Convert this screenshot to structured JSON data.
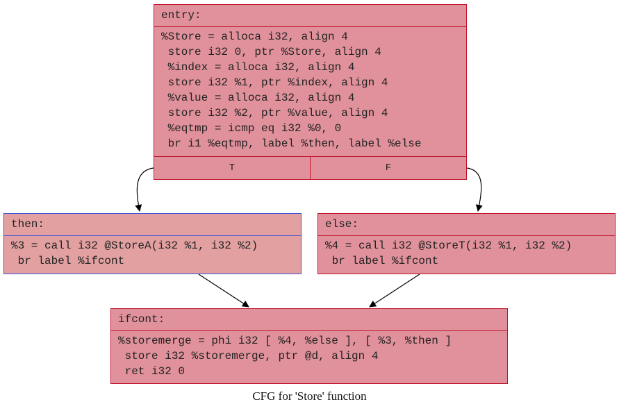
{
  "diagram": {
    "caption": "CFG for 'Store' function",
    "colors": {
      "node_fill": "#e0919b",
      "then_fill": "#e2a0a0",
      "node_border": "#c2132a",
      "then_border": "#3c53d6",
      "edge": "#000000"
    },
    "nodes": {
      "entry": {
        "title": "entry:",
        "lines": [
          "%Store = alloca i32, align 4",
          " store i32 0, ptr %Store, align 4",
          " %index = alloca i32, align 4",
          " store i32 %1, ptr %index, align 4",
          " %value = alloca i32, align 4",
          " store i32 %2, ptr %value, align 4",
          " %eqtmp = icmp eq i32 %0, 0",
          " br i1 %eqtmp, label %then, label %else"
        ],
        "ports": [
          "T",
          "F"
        ]
      },
      "then": {
        "title": "then:",
        "lines": [
          "%3 = call i32 @StoreA(i32 %1, i32 %2)",
          " br label %ifcont"
        ]
      },
      "else": {
        "title": "else:",
        "lines": [
          "%4 = call i32 @StoreT(i32 %1, i32 %2)",
          " br label %ifcont"
        ]
      },
      "ifcont": {
        "title": "ifcont:",
        "lines": [
          "%storemerge = phi i32 [ %4, %else ], [ %3, %then ]",
          " store i32 %storemerge, ptr @d, align 4",
          " ret i32 0"
        ]
      }
    }
  }
}
